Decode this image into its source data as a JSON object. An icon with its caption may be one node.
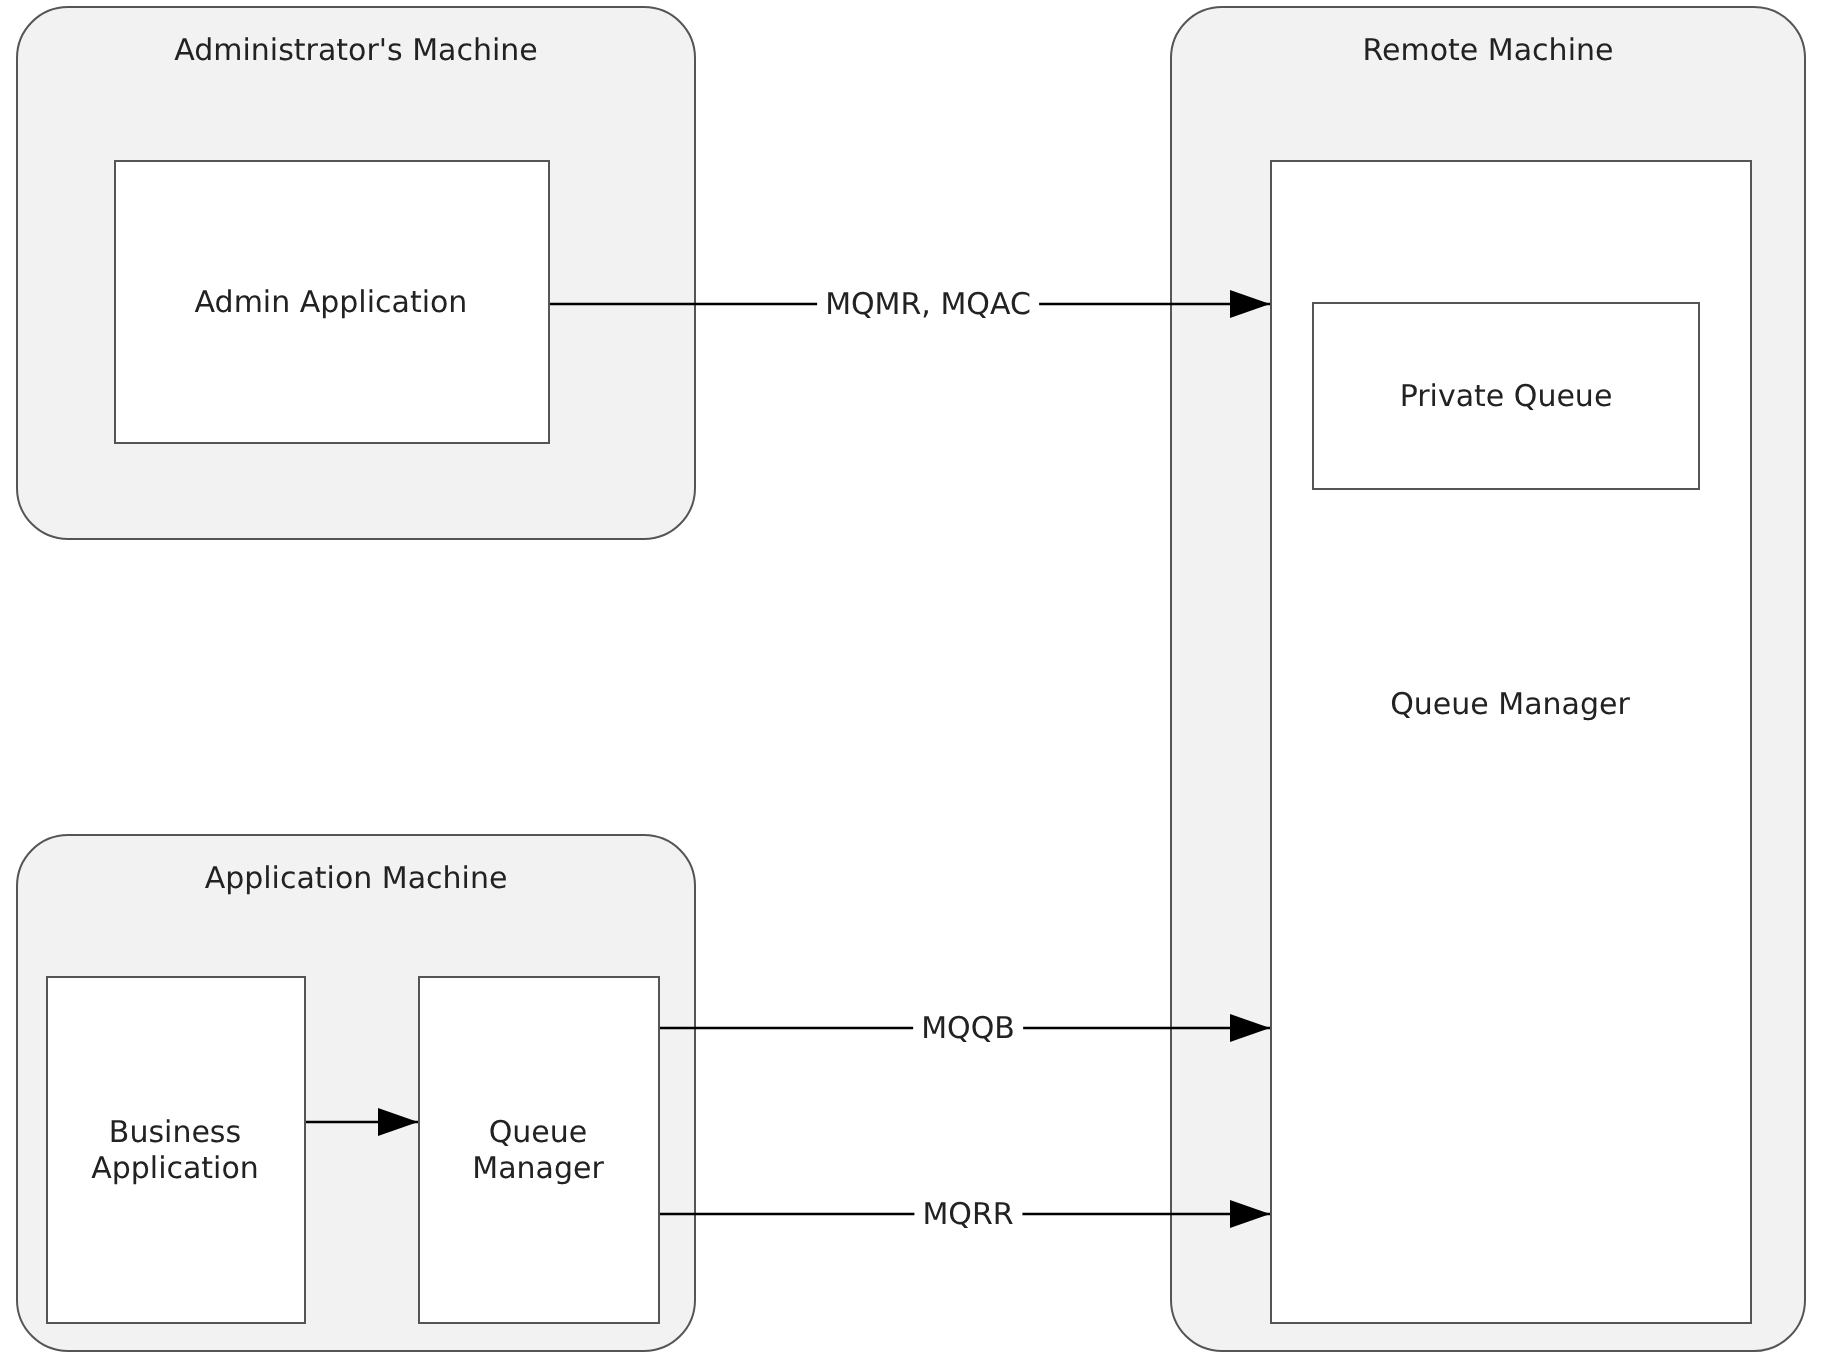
{
  "diagram": {
    "nodes": [
      {
        "text": [
          "Administrator's Machine"
        ]
      },
      {
        "text": [
          "Admin Application"
        ],
        "in": 0
      },
      {
        "text": [
          "Remote Machine"
        ]
      },
      {
        "text": [
          "Queue Manager"
        ],
        "in": 2
      },
      {
        "text": [
          "Private Queue"
        ],
        "in": 3
      },
      {
        "text": [
          "Application Machine"
        ]
      },
      {
        "text": [
          "Business Application"
        ],
        "in": 5
      },
      {
        "text": [
          "Queue Manager"
        ],
        "in": 5
      }
    ],
    "edges": [
      {
        "from": 1,
        "to": 3,
        "arrow": "to",
        "label": "MQMR, MQAC"
      },
      {
        "from": 6,
        "to": 7,
        "arrow": "to"
      },
      {
        "from": 7,
        "to": 3,
        "arrow": "to",
        "label": "MQQB"
      },
      {
        "from": 7,
        "to": 3,
        "arrow": "to",
        "label": "MQRR"
      }
    ]
  }
}
